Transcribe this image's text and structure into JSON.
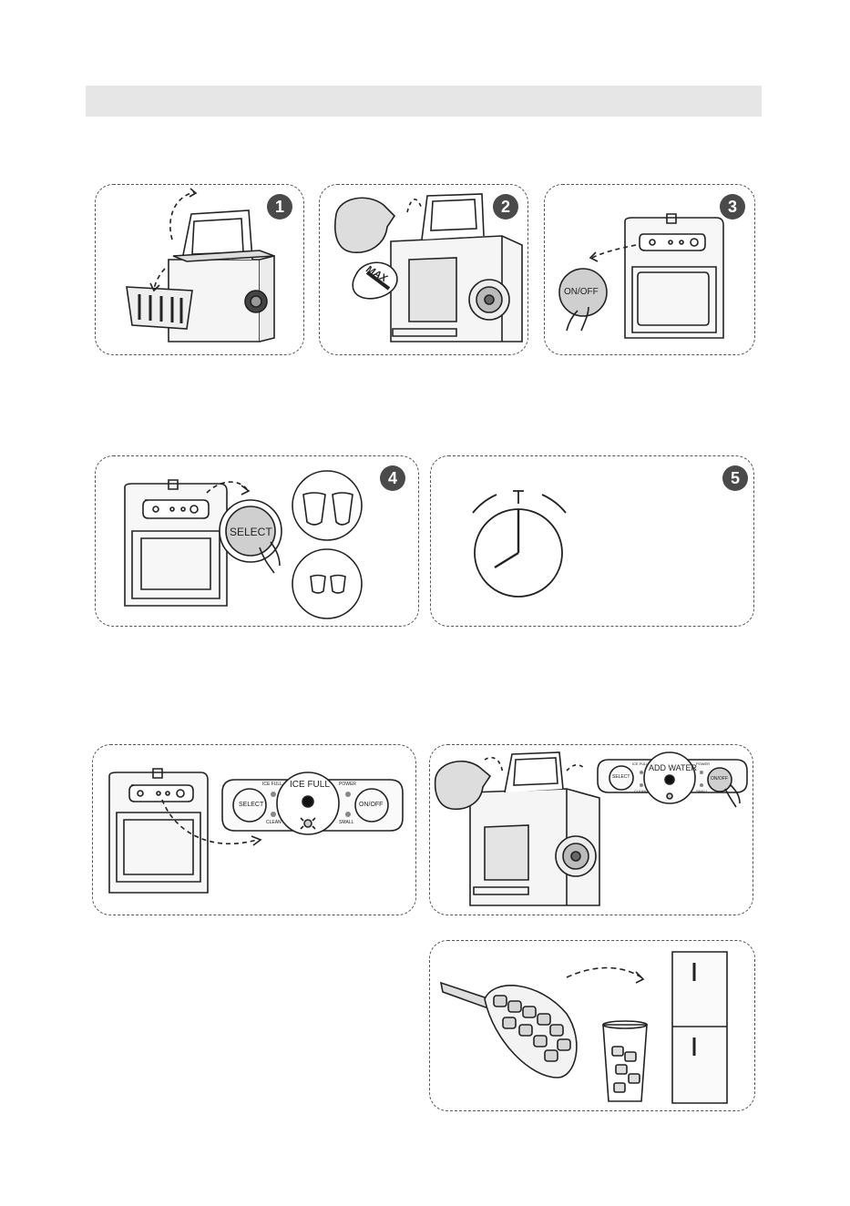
{
  "steps": [
    {
      "number": "1"
    },
    {
      "number": "2"
    },
    {
      "number": "3",
      "button_label": "ON/OFF"
    },
    {
      "number": "4",
      "button_label": "SELECT"
    },
    {
      "number": "5"
    }
  ],
  "fill_mark": "MAX",
  "control_panel": {
    "select": "SELECT",
    "onoff": "ON/OFF",
    "ice_full": "ICE FULL",
    "ice_full_small": "ICE FULL",
    "clean": "CLEAN",
    "power": "POWER",
    "small": "SMALL",
    "add_water": "ADD WATER"
  },
  "icons": [
    "ice-maker-icon",
    "ice-basket-icon",
    "water-jug-icon",
    "hand-press-icon",
    "ice-cube-cup-icon",
    "clock-icon",
    "ice-scoop-icon",
    "glass-icon",
    "fridge-icon"
  ],
  "colors": {
    "badge": "#4a4a4a",
    "header": "#e6e6e6",
    "button_fill": "#cfcfcf",
    "line": "#222222"
  }
}
